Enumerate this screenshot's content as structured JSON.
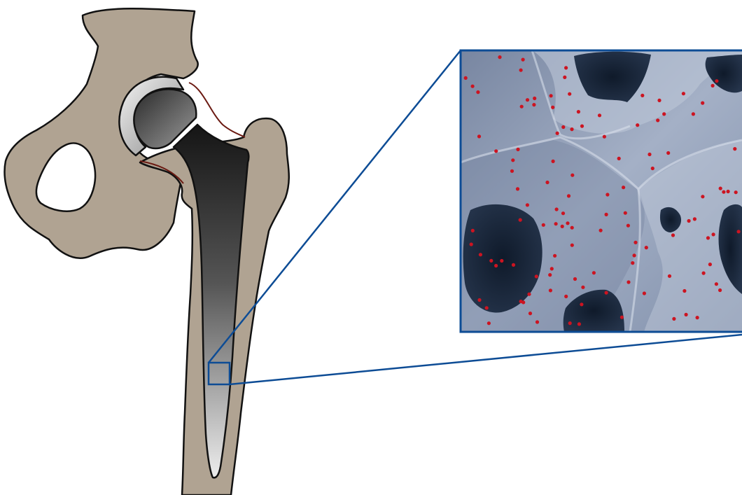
{
  "figure": {
    "parts": {
      "pelvis": "pelvis",
      "femur": "femur",
      "acetabular_cup": "acetabular-cup",
      "femoral_head": "femoral-head",
      "femoral_stem": "femoral-stem",
      "capsule_lines": "capsule-lines",
      "zoom_region": "zoom-region",
      "micrograph": "porous-scaffold-micrograph"
    },
    "micrograph_dot_count": 118
  },
  "colors": {
    "bone": "#b0a392",
    "outline": "#111111",
    "stem_dark": "#1b1b1b",
    "stem_light": "#e9e9e9",
    "cup_metal": "#bdbdbd",
    "ligament": "#6b1a12",
    "zoom_frame": "#0d4c95",
    "micrograph_base": "#8796b0",
    "pore": "#142234",
    "dot": "#cc1421"
  }
}
